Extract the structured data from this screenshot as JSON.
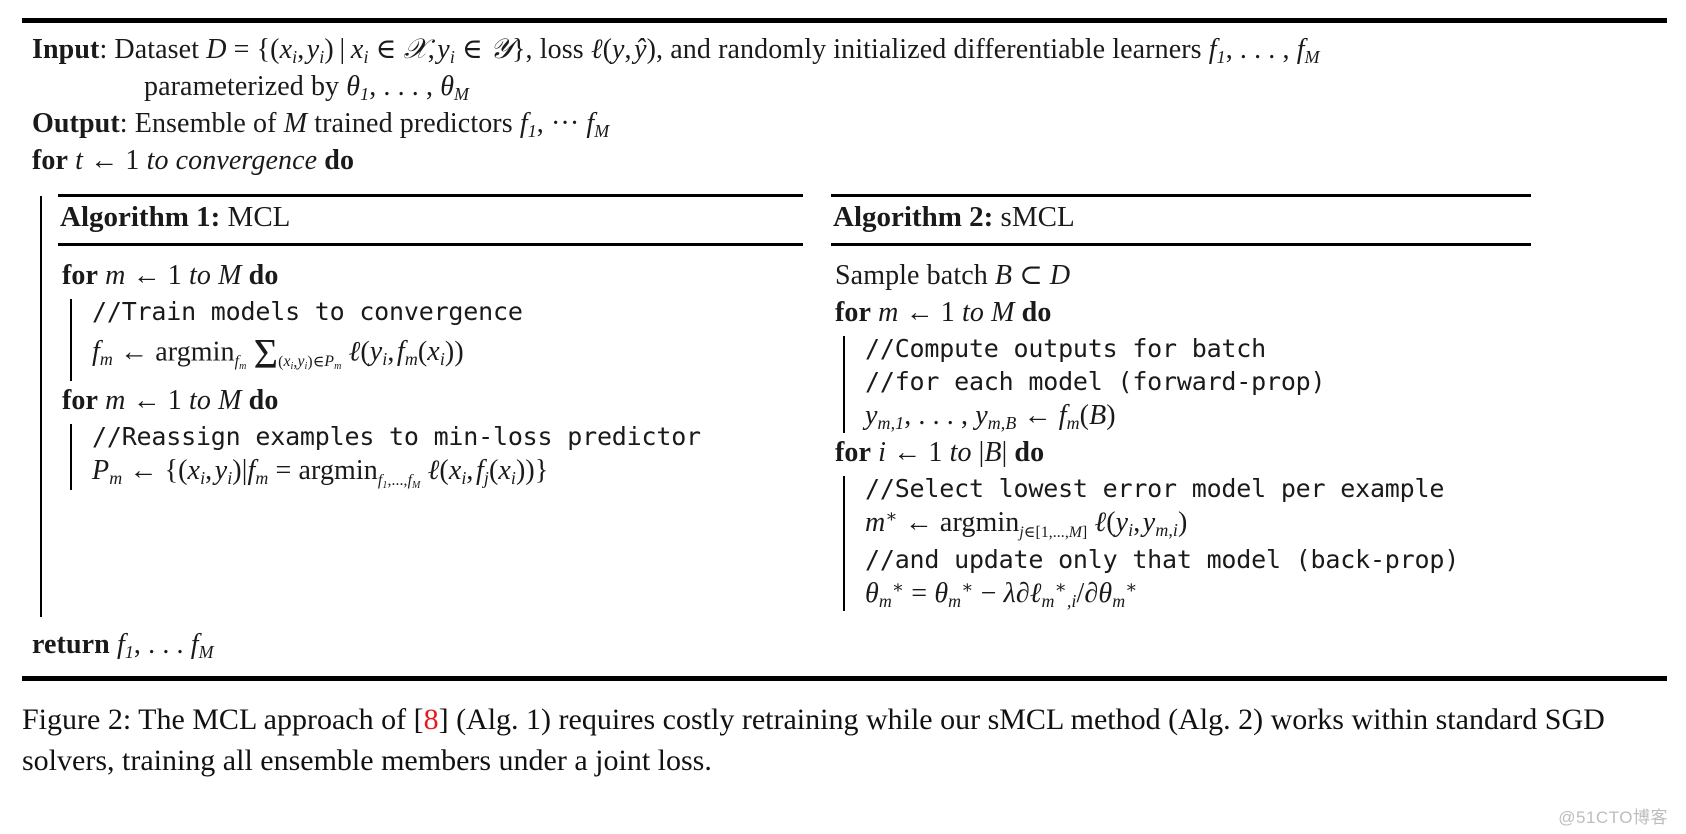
{
  "figure": {
    "input_label": "Input",
    "input_line1": ": Dataset D = {(xi, yi) | xi ∈ X, yi ∈ Y}, loss ℓ(y, ŷ), and randomly initialized differentiable learners f1, . . . , fM",
    "input_line2": "parameterized by θ1, . . . , θM",
    "output_label": "Output",
    "output_line": ": Ensemble of M trained predictors f1, ··· fM",
    "for_outer": "for t ← 1 to convergence do",
    "return_line": "return f1, . . . fM"
  },
  "algorithm1": {
    "title_number": "Algorithm 1:",
    "title_name": "MCL",
    "lines": [
      "for m ← 1 to M do",
      "//Train models to convergence",
      "fm ← argmin_{fm} Σ_{(xi,yi)∈Pm} ℓ(yi, fm(xi))",
      "for m ← 1 to M do",
      "//Reassign examples to min-loss predictor",
      "Pm ← {(xi, yi)|fm = argmin_{f1,...,fM} ℓ(xi, fj(xi))}"
    ]
  },
  "algorithm2": {
    "title_number": "Algorithm 2:",
    "title_name": "sMCL",
    "lines": [
      "Sample batch B ⊂ D",
      "for m ← 1 to M do",
      "//Compute outputs for batch",
      "//for each model (forward-prop)",
      "ym,1, . . . , ym,B ← fm(B)",
      "for i ← 1 to |B| do",
      "//Select lowest error model per example",
      "m* ← argmin_{j∈[1,...,M]} ℓ(yi, ym,i)",
      "//and update only that model (back-prop)",
      "θm* = θm* − λ∂ℓm*,i/∂θm*"
    ]
  },
  "caption": {
    "prefix": "Figure 2: The MCL approach of [",
    "reference": "8",
    "middle": "] (Alg. 1) requires costly retraining while our sMCL method (Alg. 2) works within standard SGD solvers, training all ensemble members under a joint loss."
  },
  "watermark": "@51CTO博客",
  "colors": {
    "reference_red": "#e8191b",
    "text": "#1a1a1a",
    "rule": "#000000"
  }
}
